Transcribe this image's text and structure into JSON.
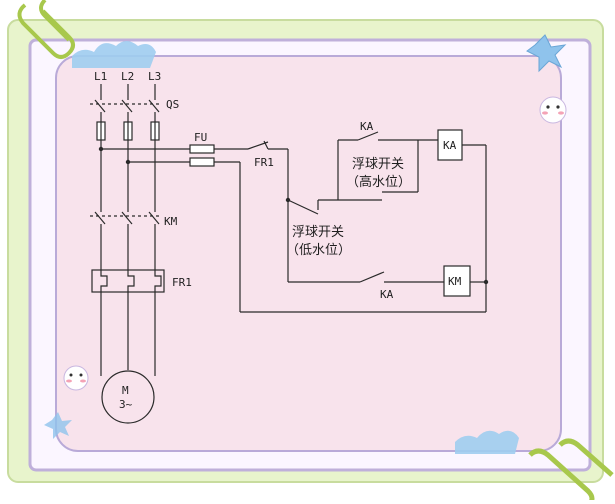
{
  "diagram": {
    "phases": [
      "L1",
      "L2",
      "L3"
    ],
    "isolator": "QS",
    "fuse": "FU",
    "contactor": "KM",
    "overload_relay": "FR1",
    "overload_contact": "FR1",
    "motor_label": "M",
    "motor_sub": "3~",
    "relay_coil": "KA",
    "relay_contact_top": "KA",
    "relay_contact_bottom": "KA",
    "contactor_coil": "KM",
    "float_high_line1": "浮球开关",
    "float_high_line2": "（高水位）",
    "float_low_line1": "浮球开关",
    "float_low_line2": "（低水位）"
  },
  "colors": {
    "frame_outer": "#e7f3c9",
    "frame_border": "#c9dda0",
    "frame_inner_border": "#b9a9d6",
    "paper": "#f9e4ec",
    "wire": "#2a2a2a",
    "accent_blue": "#8fc3ec",
    "clip_green": "#a6c64b"
  }
}
